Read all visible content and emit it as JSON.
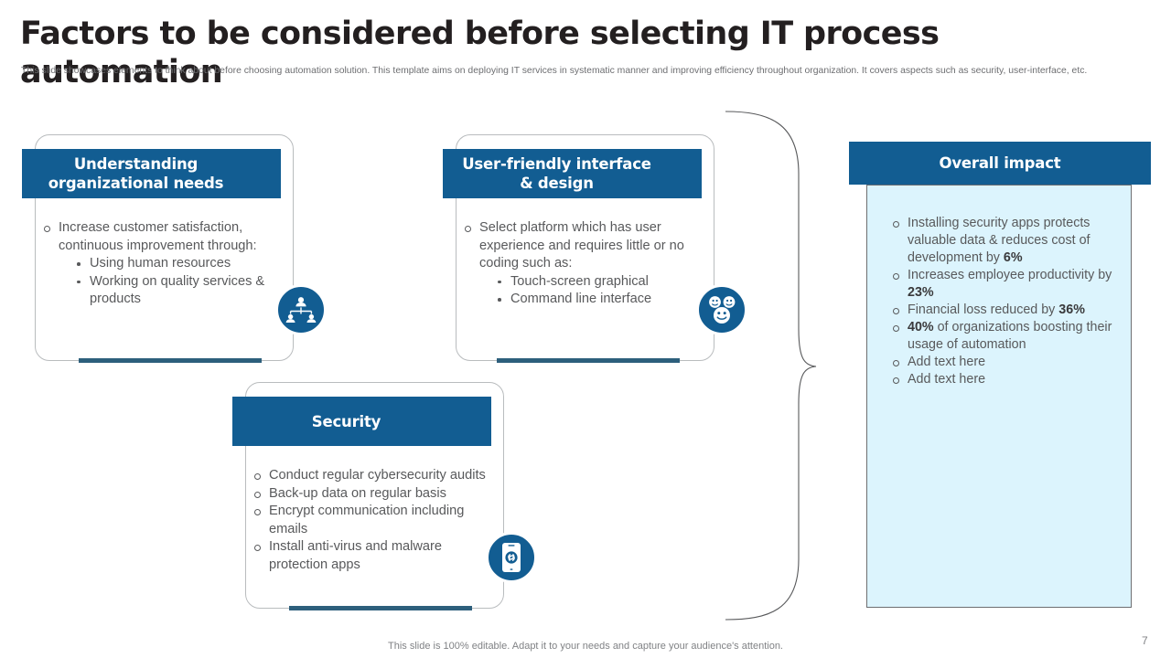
{
  "header": {
    "title": "Factors to be considered before selecting IT process automation",
    "subtitle": "This slide showcases elements to think about before choosing automation solution. This template aims on deploying IT services in systematic manner and improving efficiency throughout organization. It covers aspects such as security, user-interface, etc."
  },
  "colors": {
    "brand_blue": "#125d92",
    "panel_fill": "#dcf4fd",
    "underline": "#2d5f7c",
    "body_text": "#58595b",
    "title_text": "#231f20"
  },
  "cards": [
    {
      "id": "needs",
      "title": "Understanding organizational needs",
      "icon": "org-chart-icon",
      "bullets": [
        {
          "text": "Increase customer satisfaction, continuous improvement through:",
          "sub": [
            "Using human resources",
            "Working on quality services & products"
          ]
        }
      ]
    },
    {
      "id": "ui",
      "title": "User-friendly interface & design",
      "icon": "user-group-icon",
      "bullets": [
        {
          "text": "Select platform which has user experience and requires little or no coding such as:",
          "sub": [
            "Touch-screen graphical",
            "Command line interface"
          ]
        }
      ]
    },
    {
      "id": "security",
      "title": "Security",
      "icon": "mobile-lock-icon",
      "bullets": [
        {
          "text": "Conduct regular cybersecurity audits",
          "sub": []
        },
        {
          "text": "Back-up data on regular basis",
          "sub": []
        },
        {
          "text": "Encrypt communication including emails",
          "sub": []
        },
        {
          "text": "Install anti-virus and malware protection apps",
          "sub": []
        }
      ]
    }
  ],
  "impact": {
    "title": "Overall impact",
    "items": [
      {
        "pre": "Installing security apps protects valuable data & reduces cost of development by ",
        "strong": "6%",
        "post": ""
      },
      {
        "pre": "Increases employee productivity by ",
        "strong": "23%",
        "post": ""
      },
      {
        "pre": "Financial loss reduced by ",
        "strong": "36%",
        "post": ""
      },
      {
        "pre": "",
        "strong": "40%",
        "post": " of organizations boosting their usage of automation"
      },
      {
        "pre": "Add text here",
        "strong": "",
        "post": ""
      },
      {
        "pre": "Add text here",
        "strong": "",
        "post": ""
      }
    ]
  },
  "footer": {
    "note": "This slide is 100% editable. Adapt it to your needs and capture your audience's attention.",
    "page_number": "7"
  }
}
